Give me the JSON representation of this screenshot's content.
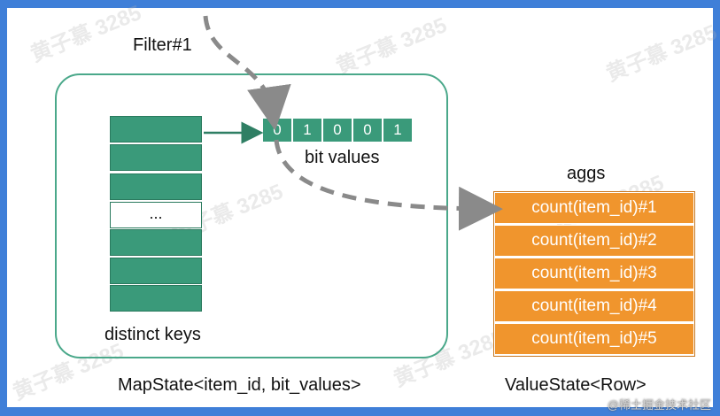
{
  "diagram": {
    "filter_label": "Filter#1",
    "bit_values": [
      "0",
      "1",
      "0",
      "0",
      "1"
    ],
    "bit_values_label": "bit values",
    "ellipsis": "...",
    "distinct_keys_label": "distinct keys",
    "aggs_label": "aggs",
    "agg_rows": [
      "count(item_id)#1",
      "count(item_id)#2",
      "count(item_id)#3",
      "count(item_id)#4",
      "count(item_id)#5"
    ],
    "mapstate_label": "MapState<item_id, bit_values>",
    "valuestate_label": "ValueState<Row>"
  },
  "watermark": "黄子慕 3285",
  "footer": "@稀土掘金技术社区",
  "colors": {
    "teal": "#3a9a7a",
    "border": "#4aa88a",
    "orange": "#f0952d",
    "arrow_gray": "#8a8a8a"
  }
}
